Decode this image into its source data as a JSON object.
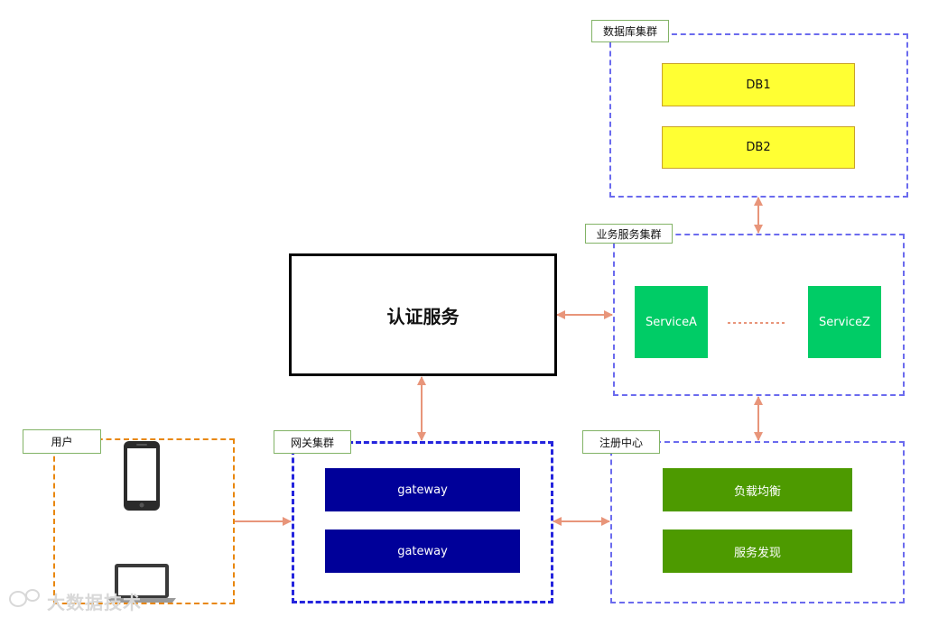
{
  "clusters": {
    "database": {
      "label": "数据库集群",
      "nodes": [
        "DB1",
        "DB2"
      ]
    },
    "business": {
      "label": "业务服务集群",
      "nodes": [
        "ServiceA",
        "ServiceZ"
      ]
    },
    "registry": {
      "label": "注册中心",
      "nodes": [
        "负载均衡",
        "服务发现"
      ]
    },
    "gateway": {
      "label": "网关集群",
      "nodes": [
        "gateway",
        "gateway"
      ]
    },
    "user": {
      "label": "用户"
    }
  },
  "auth": {
    "label": "认证服务"
  },
  "watermark": {
    "text": "大数据技术"
  },
  "colors": {
    "db_fill": "#ffff33",
    "service_fill": "#00cc66",
    "gateway_fill": "#000099",
    "registry_fill": "#4d9a00",
    "arrow": "#e8957a",
    "cluster_border": "#6b6bee",
    "gateway_border": "#2424dd",
    "user_border": "#e8870e",
    "tag_border": "#82b366"
  }
}
